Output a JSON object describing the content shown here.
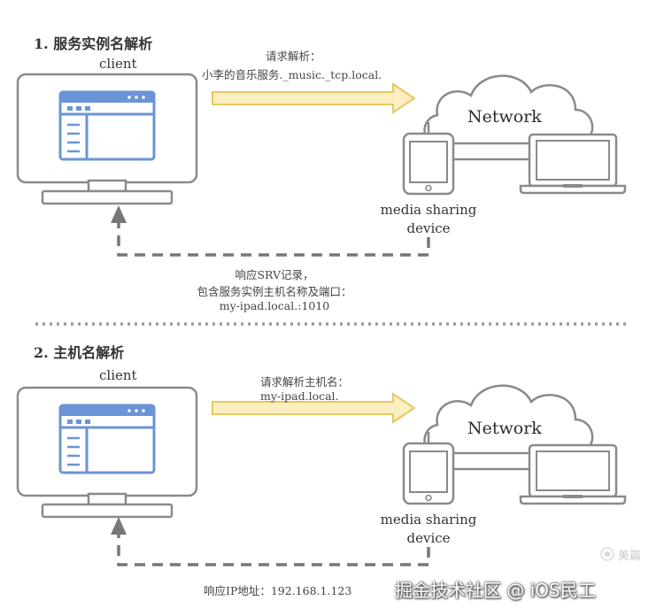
{
  "section1": {
    "title": "1. 服务实例名解析",
    "client_label": "client",
    "request_line1": "请求解析：",
    "request_line2": "小李的音乐服务._music._tcp.local.",
    "network_label": "Network",
    "device_line1": "media sharing",
    "device_line2": "device",
    "response_line1": "响应SRV记录，",
    "response_line2": "包含服务实例主机名称及端口：",
    "response_line3": "my-ipad.local.:1010"
  },
  "section2": {
    "title": "2. 主机名解析",
    "client_label": "client",
    "request_line1": "请求解析主机名：",
    "request_line2": "my-ipad.local.",
    "network_label": "Network",
    "device_line1": "media sharing",
    "device_line2": "device",
    "response_line1": "响应IP地址：192.168.1.123"
  },
  "watermark": {
    "logo_text": "美篇",
    "footer_text": "掘金技术社区 @ iOS民工"
  },
  "colors": {
    "arrow_fill": "#fbeec0",
    "arrow_stroke": "#e8c860",
    "window_blue": "#6b94d6",
    "dashed": "#777777",
    "divider": "#9a9a9a"
  }
}
